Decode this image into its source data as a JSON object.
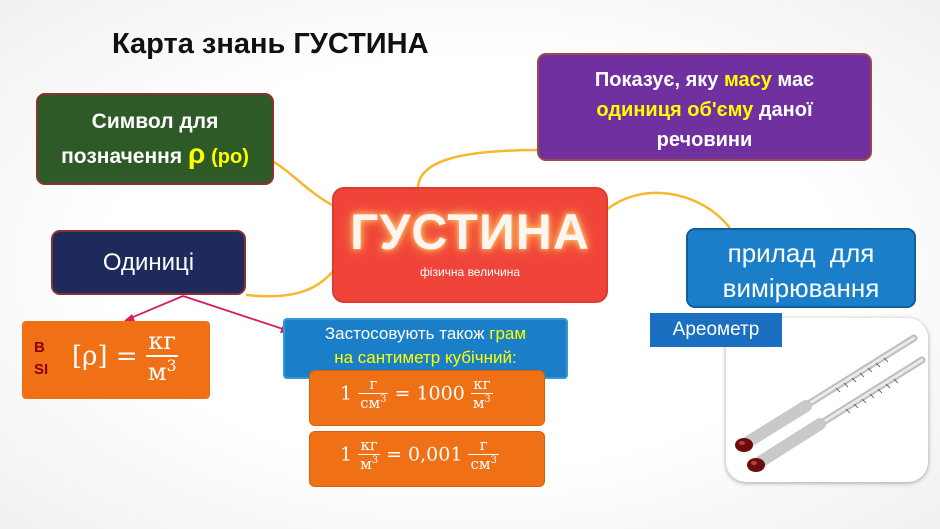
{
  "title": "Карта знань ГУСТИНА",
  "central": {
    "title": "ГУСТИНА",
    "subtitle": "фізична величина"
  },
  "symbol": {
    "line1": "Символ для",
    "line2": "позначення",
    "symbol": "ρ",
    "name": "(ро)"
  },
  "shows": {
    "part1": "Показує, яку",
    "hl1": "масу",
    "part2": "має",
    "hl2": "одиниця об'єму",
    "part3": "даної",
    "part4": "речовини"
  },
  "units": {
    "label": "Одиниці"
  },
  "device": {
    "line1": "прилад  для",
    "line2": "вимірювання",
    "instrument": "Ареометр"
  },
  "si": {
    "label_line1": "В",
    "label_line2": "SI",
    "lhs": "[ρ] =",
    "num": "кг",
    "den": "м3"
  },
  "also": {
    "part1": "Застосовують також",
    "hl1": "грам",
    "hl2": "на сантиметр кубічний:"
  },
  "eq1": {
    "a": "1",
    "a_num": "г",
    "a_den": "см3",
    "eq": "= 1000",
    "b_num": "кг",
    "b_den": "м3"
  },
  "eq2": {
    "a": "1",
    "a_num": "кг",
    "a_den": "м3",
    "eq": "= 0,001",
    "b_num": "г",
    "b_den": "см3"
  },
  "colors": {
    "connector": "#f5b82e",
    "arrow": "#d81b60",
    "central": "#f0443a",
    "symbol_box": "#2d5a27",
    "shows_box": "#7030a0",
    "units_box": "#1f2a5c",
    "device_box": "#1a7fc8",
    "formula_box": "#f07016",
    "highlight": "#ffff00"
  }
}
